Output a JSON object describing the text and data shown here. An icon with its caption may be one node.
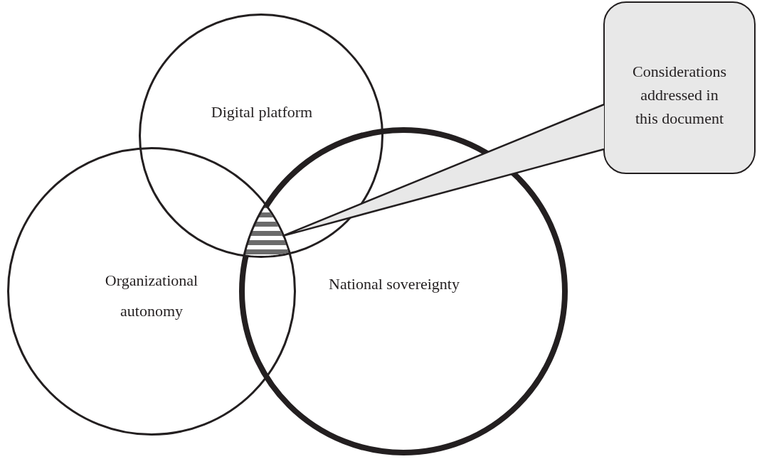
{
  "diagram": {
    "nodes": [
      {
        "text": [
          "Digital platform"
        ]
      },
      {
        "text": [
          "Organizational autonomy"
        ]
      },
      {
        "text": [
          "National sovereignty"
        ]
      },
      {
        "text": [
          "Considerations addressed in this document"
        ]
      },
      {
        "text": [],
        "shape": "area"
      }
    ],
    "edges": [
      {
        "from": 3,
        "to": 4,
        "arrow": "none"
      }
    ]
  }
}
